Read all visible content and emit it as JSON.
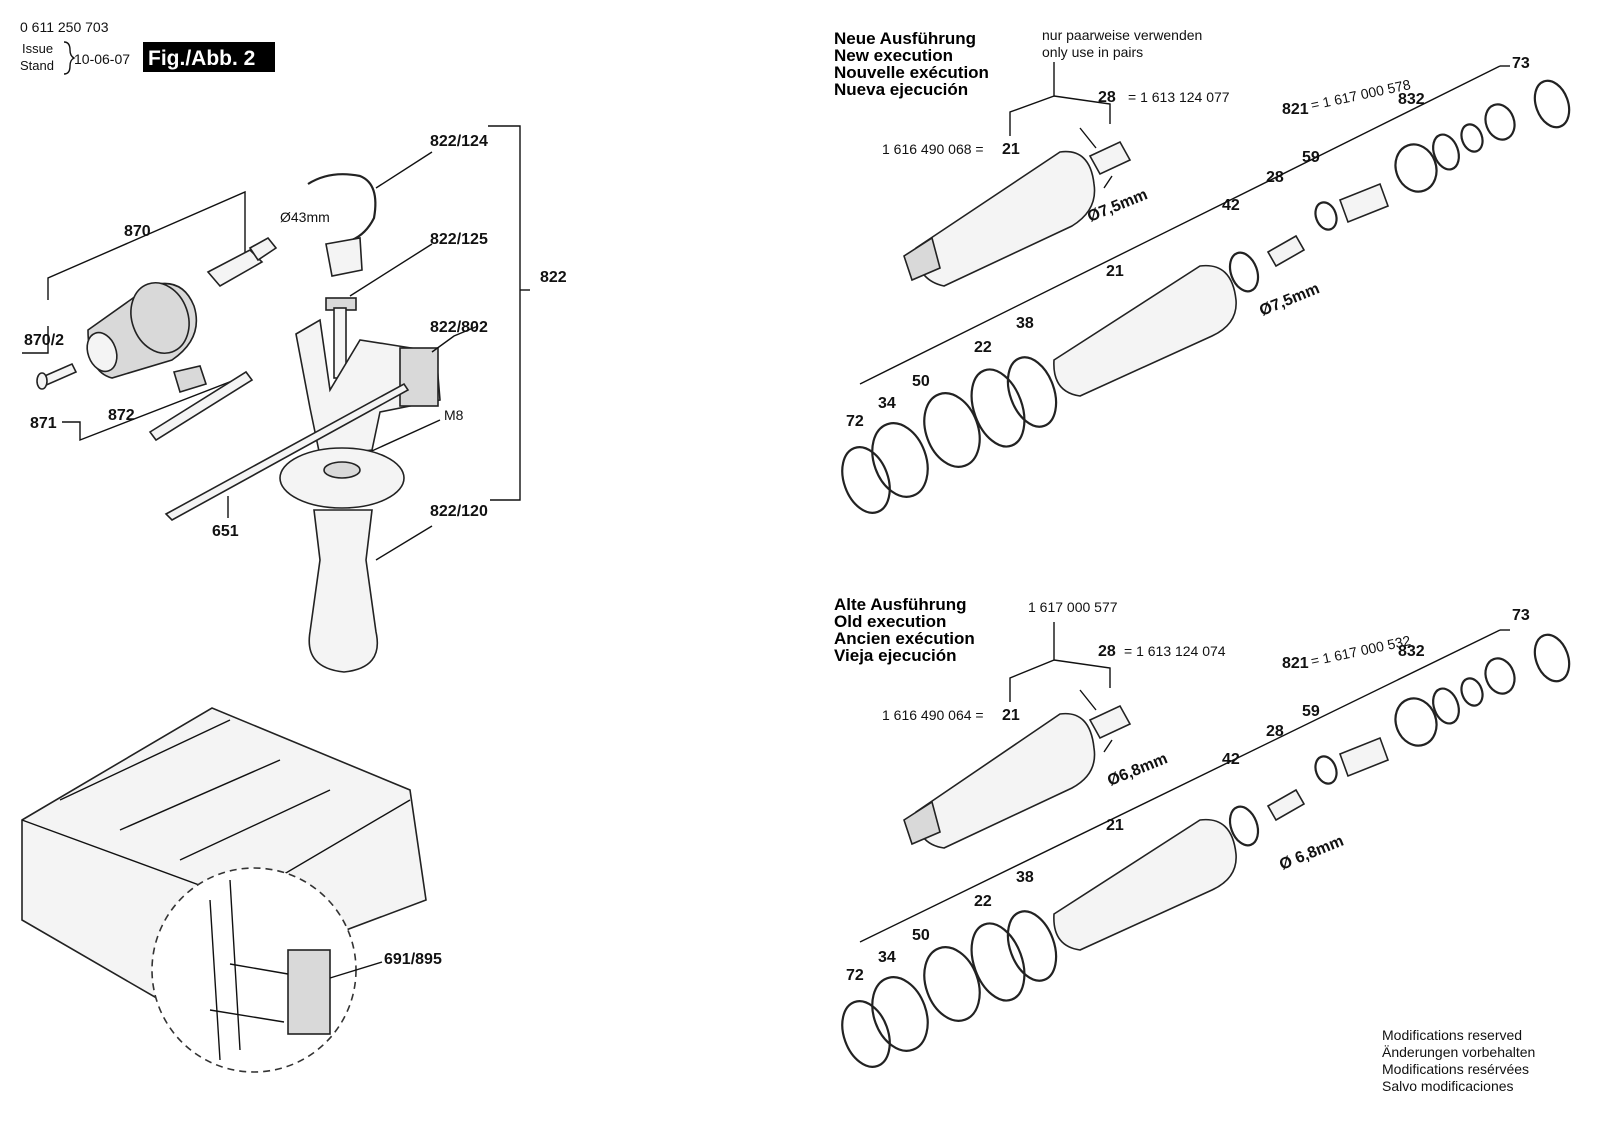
{
  "header": {
    "doc_number": "0 611 250 703",
    "issue_label": "Issue",
    "stand_label": "Stand",
    "issue_date": "10-06-07",
    "figure_badge": "Fig./Abb. 2"
  },
  "left_labels": {
    "l822_124": "822/124",
    "dia43": "Ø43mm",
    "l822_125": "822/125",
    "l822": "822",
    "l822_802": "822/802",
    "m8": "M8",
    "l822_120": "822/120",
    "l870": "870",
    "l870_2": "870/2",
    "l871": "871",
    "l872": "872",
    "l651": "651",
    "l691_895": "691/895"
  },
  "new_exec": {
    "titles": [
      "Neue Ausführung",
      "New execution",
      "Nouvelle exécution",
      "Nueva ejecución"
    ],
    "note_1": "nur paarweise verwenden",
    "note_2": "only use in pairs",
    "p28": "28",
    "p28_num": "= 1 613 124 077",
    "p21_num": "1 616 490 068 =",
    "p21": "21",
    "dia_1": "Ø7,5mm",
    "p821": "821",
    "p821_num": "= 1 617 000 578",
    "p832": "832",
    "p73": "73",
    "p59": "59",
    "p28b": "28",
    "p42": "42",
    "dia_2": "Ø7,5mm",
    "p21b": "21",
    "p38": "38",
    "p22": "22",
    "p50": "50",
    "p34": "34",
    "p72": "72"
  },
  "old_exec": {
    "titles": [
      "Alte Ausführung",
      "Old execution",
      "Ancien exécution",
      "Vieja ejecución"
    ],
    "kit_num": "1 617 000 577",
    "p28": "28",
    "p28_num": "= 1 613 124 074",
    "p21_num": "1 616 490 064 =",
    "p21": "21",
    "dia_1": "Ø6,8mm",
    "p821": "821",
    "p821_num": "= 1 617 000 532",
    "p832": "832",
    "p73": "73",
    "p59": "59",
    "p28b": "28",
    "p42": "42",
    "dia_2": "Ø 6,8mm",
    "p21b": "21",
    "p38": "38",
    "p22": "22",
    "p50": "50",
    "p34": "34",
    "p72": "72"
  },
  "footer": {
    "lines": [
      "Modifications reserved",
      "Änderungen vorbehalten",
      "Modifications resérvées",
      "Salvo modificaciones"
    ]
  }
}
